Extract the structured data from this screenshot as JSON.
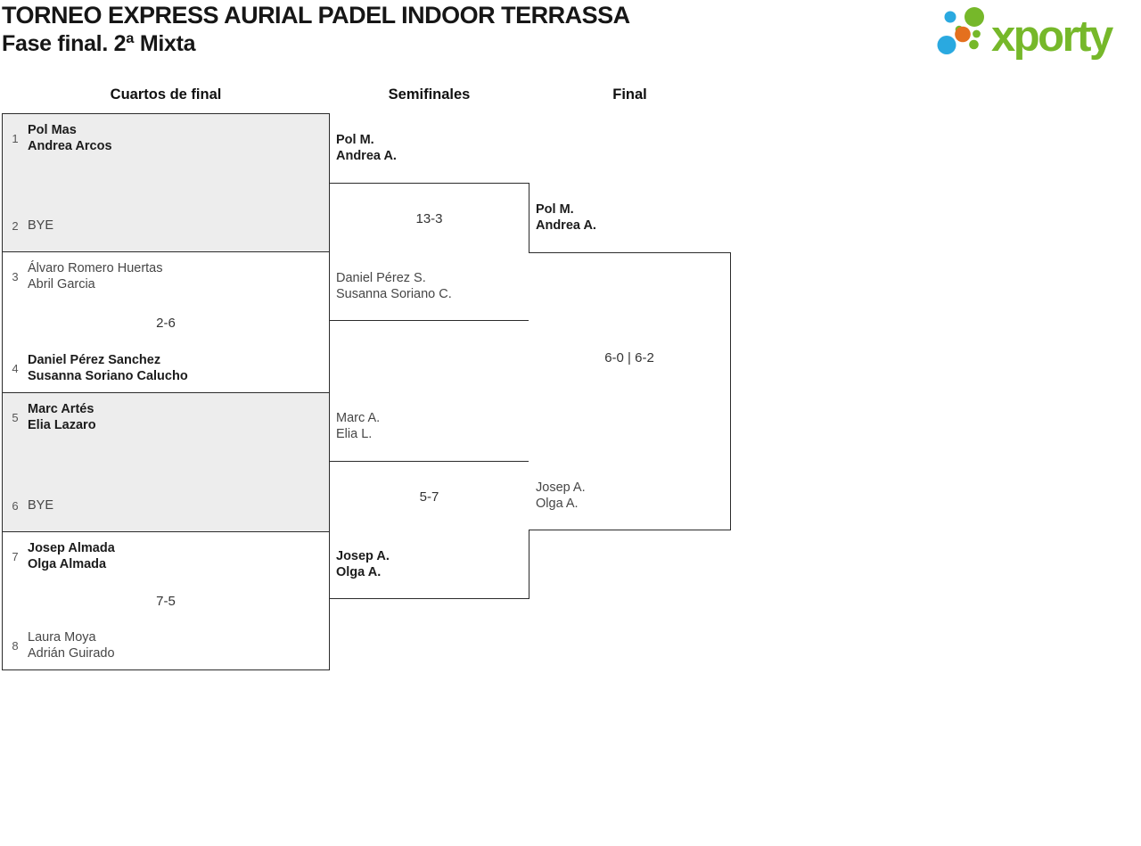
{
  "header": {
    "title": "TORNEO EXPRESS AURIAL PADEL INDOOR TERRASSA",
    "subtitle": "Fase final. 2ª Mixta"
  },
  "logo": {
    "text": "xporty",
    "green": "#76b82a",
    "blue": "#2aa9e0",
    "orange": "#e4701e"
  },
  "columns": [
    {
      "label": "Cuartos de final"
    },
    {
      "label": "Semifinales"
    },
    {
      "label": "Final"
    }
  ],
  "colors": {
    "box_border": "#2b2b2b",
    "bye_box_fill": "#ededed",
    "regular_text": "#464646",
    "winner_text": "#1c1c1c"
  },
  "bracket": {
    "quarterfinals": [
      {
        "seed_top": "1",
        "team_top": [
          "Pol Mas",
          "Andrea Arcos"
        ],
        "seed_bottom": "2",
        "team_bottom": [
          "BYE"
        ],
        "score": "",
        "winner": "top"
      },
      {
        "seed_top": "3",
        "team_top": [
          "Álvaro Romero Huertas",
          "Abril Garcia"
        ],
        "seed_bottom": "4",
        "team_bottom": [
          "Daniel Pérez Sanchez",
          "Susanna Soriano Calucho"
        ],
        "score": "2-6",
        "winner": "bottom"
      },
      {
        "seed_top": "5",
        "team_top": [
          "Marc Artés",
          "Elia Lazaro"
        ],
        "seed_bottom": "6",
        "team_bottom": [
          "BYE"
        ],
        "score": "",
        "winner": "top"
      },
      {
        "seed_top": "7",
        "team_top": [
          "Josep Almada",
          "Olga Almada"
        ],
        "seed_bottom": "8",
        "team_bottom": [
          "Laura Moya",
          "Adrián Guirado"
        ],
        "score": "7-5",
        "winner": "top"
      }
    ],
    "semifinals": [
      {
        "team_top": [
          "Pol M.",
          "Andrea A."
        ],
        "team_bottom": [
          "Daniel Pérez S.",
          "Susanna Soriano C."
        ],
        "score": "13-3",
        "winner": "top"
      },
      {
        "team_top": [
          "Marc A.",
          "Elia L."
        ],
        "team_bottom": [
          "Josep A.",
          "Olga A."
        ],
        "score": "5-7",
        "winner": "bottom"
      }
    ],
    "final": {
      "team_top": [
        "Pol M.",
        "Andrea A."
      ],
      "team_bottom": [
        "Josep A.",
        "Olga A."
      ],
      "score": "6-0 | 6-2"
    }
  }
}
